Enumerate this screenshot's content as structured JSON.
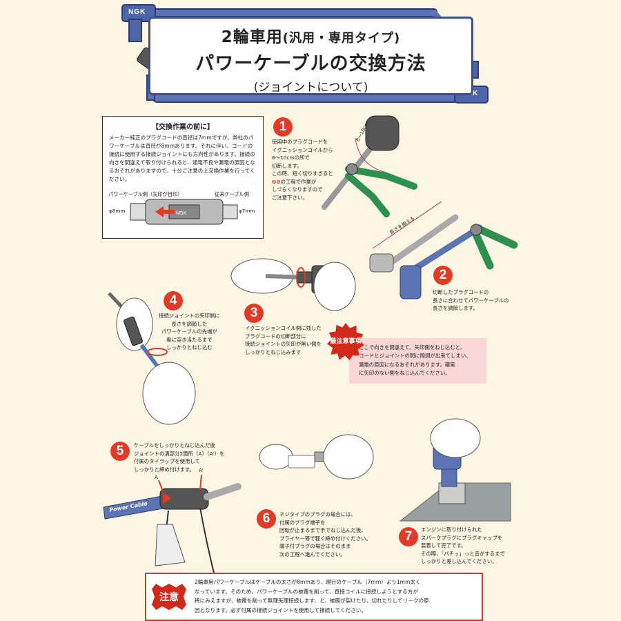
{
  "header": {
    "title_line1_main": "2輪車用",
    "title_line1_paren": "(汎用・専用タイプ)",
    "title_line2": "パワーケーブルの交換方法",
    "title_line3": "(ジョイントについて)",
    "ngk_label": "NGK"
  },
  "info_box": {
    "heading": "【交換作業の前に】",
    "body": "メーカー純正のプラグコードの直径は7mmですが、弊社のパワーケーブルは直径が8mmあります。それに伴い、コードの接続に使用する接続ジョイントにも方向性があります。接続の向きを間違えて取り付けられると、通電不良や漏電の原因となるおそれがありますので、十分ご注意の上交換作業を行ってください。",
    "label_power_side": "パワーケーブル側（矢印が目印）",
    "label_original_side": "従来ケーブル側",
    "dia_left": "φ8mm",
    "dia_right": "φ7mm"
  },
  "steps": [
    {
      "num": "1",
      "lines": [
        "使用中のプラグコードを",
        "イグニッションコイルから",
        "8～10cmの所で",
        "切断します。",
        "この時、短く切りすぎると",
        "の工程で作業が",
        "しづらくなりますので",
        "ご注意下さい。"
      ],
      "ref": "❸❹",
      "dim": "8～10cm"
    },
    {
      "num": "2",
      "lines": [
        "切断したプラグコードの",
        "長さに合わせてパワーケーブルの",
        "長さを調節します。"
      ],
      "dim": "長さを揃える"
    },
    {
      "num": "3",
      "lines": [
        "イグニッションコイル側に残した",
        "プラグコードの切断部分に",
        "接続ジョイントの矢印が無い側を",
        "しっかりとねじ込みます"
      ]
    },
    {
      "num": "4",
      "lines": [
        "接続ジョイントの矢印側に",
        "長さを調節した",
        "パワーケーブルの先端が",
        "奥に突き当たるまで",
        "しっかりとねじ込む"
      ]
    },
    {
      "num": "5",
      "lines": [
        "ケーブルをしっかりとねじ込んだ後",
        "ジョイントの溝部分2箇所（A）（A'）を",
        "付属のタイラップを使用して",
        "しっかりと締め付けます。"
      ],
      "mark_a": "A",
      "mark_a2": "A'",
      "cable_text": "Power Cable"
    },
    {
      "num": "6",
      "lines": [
        "ネジタイプのプラグの場合には、",
        "付属のプラグ端子を",
        "回転が止まるまで手でねじ込んだ後、",
        "プライヤー等で軽く締め付けください。",
        "端子付プラグの場合はそのまま",
        "次の工程へ進んでください。"
      ]
    },
    {
      "num": "7",
      "lines": [
        "エンジンに取り付けられた",
        "スパークプラグにプラグキャップを",
        "装着して完了です。",
        "その際、「パチッ」っと音がするまで",
        "しっかりと差し込んでください。"
      ]
    }
  ],
  "important": {
    "badge": "最注意事項",
    "lines": [
      "ここで向きを間違えて、矢印側をねじ込むと、",
      "コードとジョイントの間に隙間が出来てしまい、",
      "漏電の原因になるおそれがあります。確実",
      "に矢印のない側をねじ込んでください。"
    ]
  },
  "bottom_note": {
    "badge": "注意",
    "lines": [
      "2輪車用パワーケーブルはケーブルの太さが8mmあり、現行のケーブル（7mm）より1mm太く",
      "なっています。そのため、パワーケーブルの被覆を削って、直接コイルに接続しようとする方が",
      "稀にみえますが、被覆を削って無理矢理接続します、と、被膜が裂けたり、切れたりしてリークの原",
      "因となります。必ず付属の接続ジョイントを使用して接続してください。"
    ]
  },
  "colors": {
    "background": "#fdf6e4",
    "cable_blue": "#5d74b4",
    "accent_red": "#e23a26",
    "pink": "#f8d7d4",
    "green": "#2f8f4e"
  }
}
